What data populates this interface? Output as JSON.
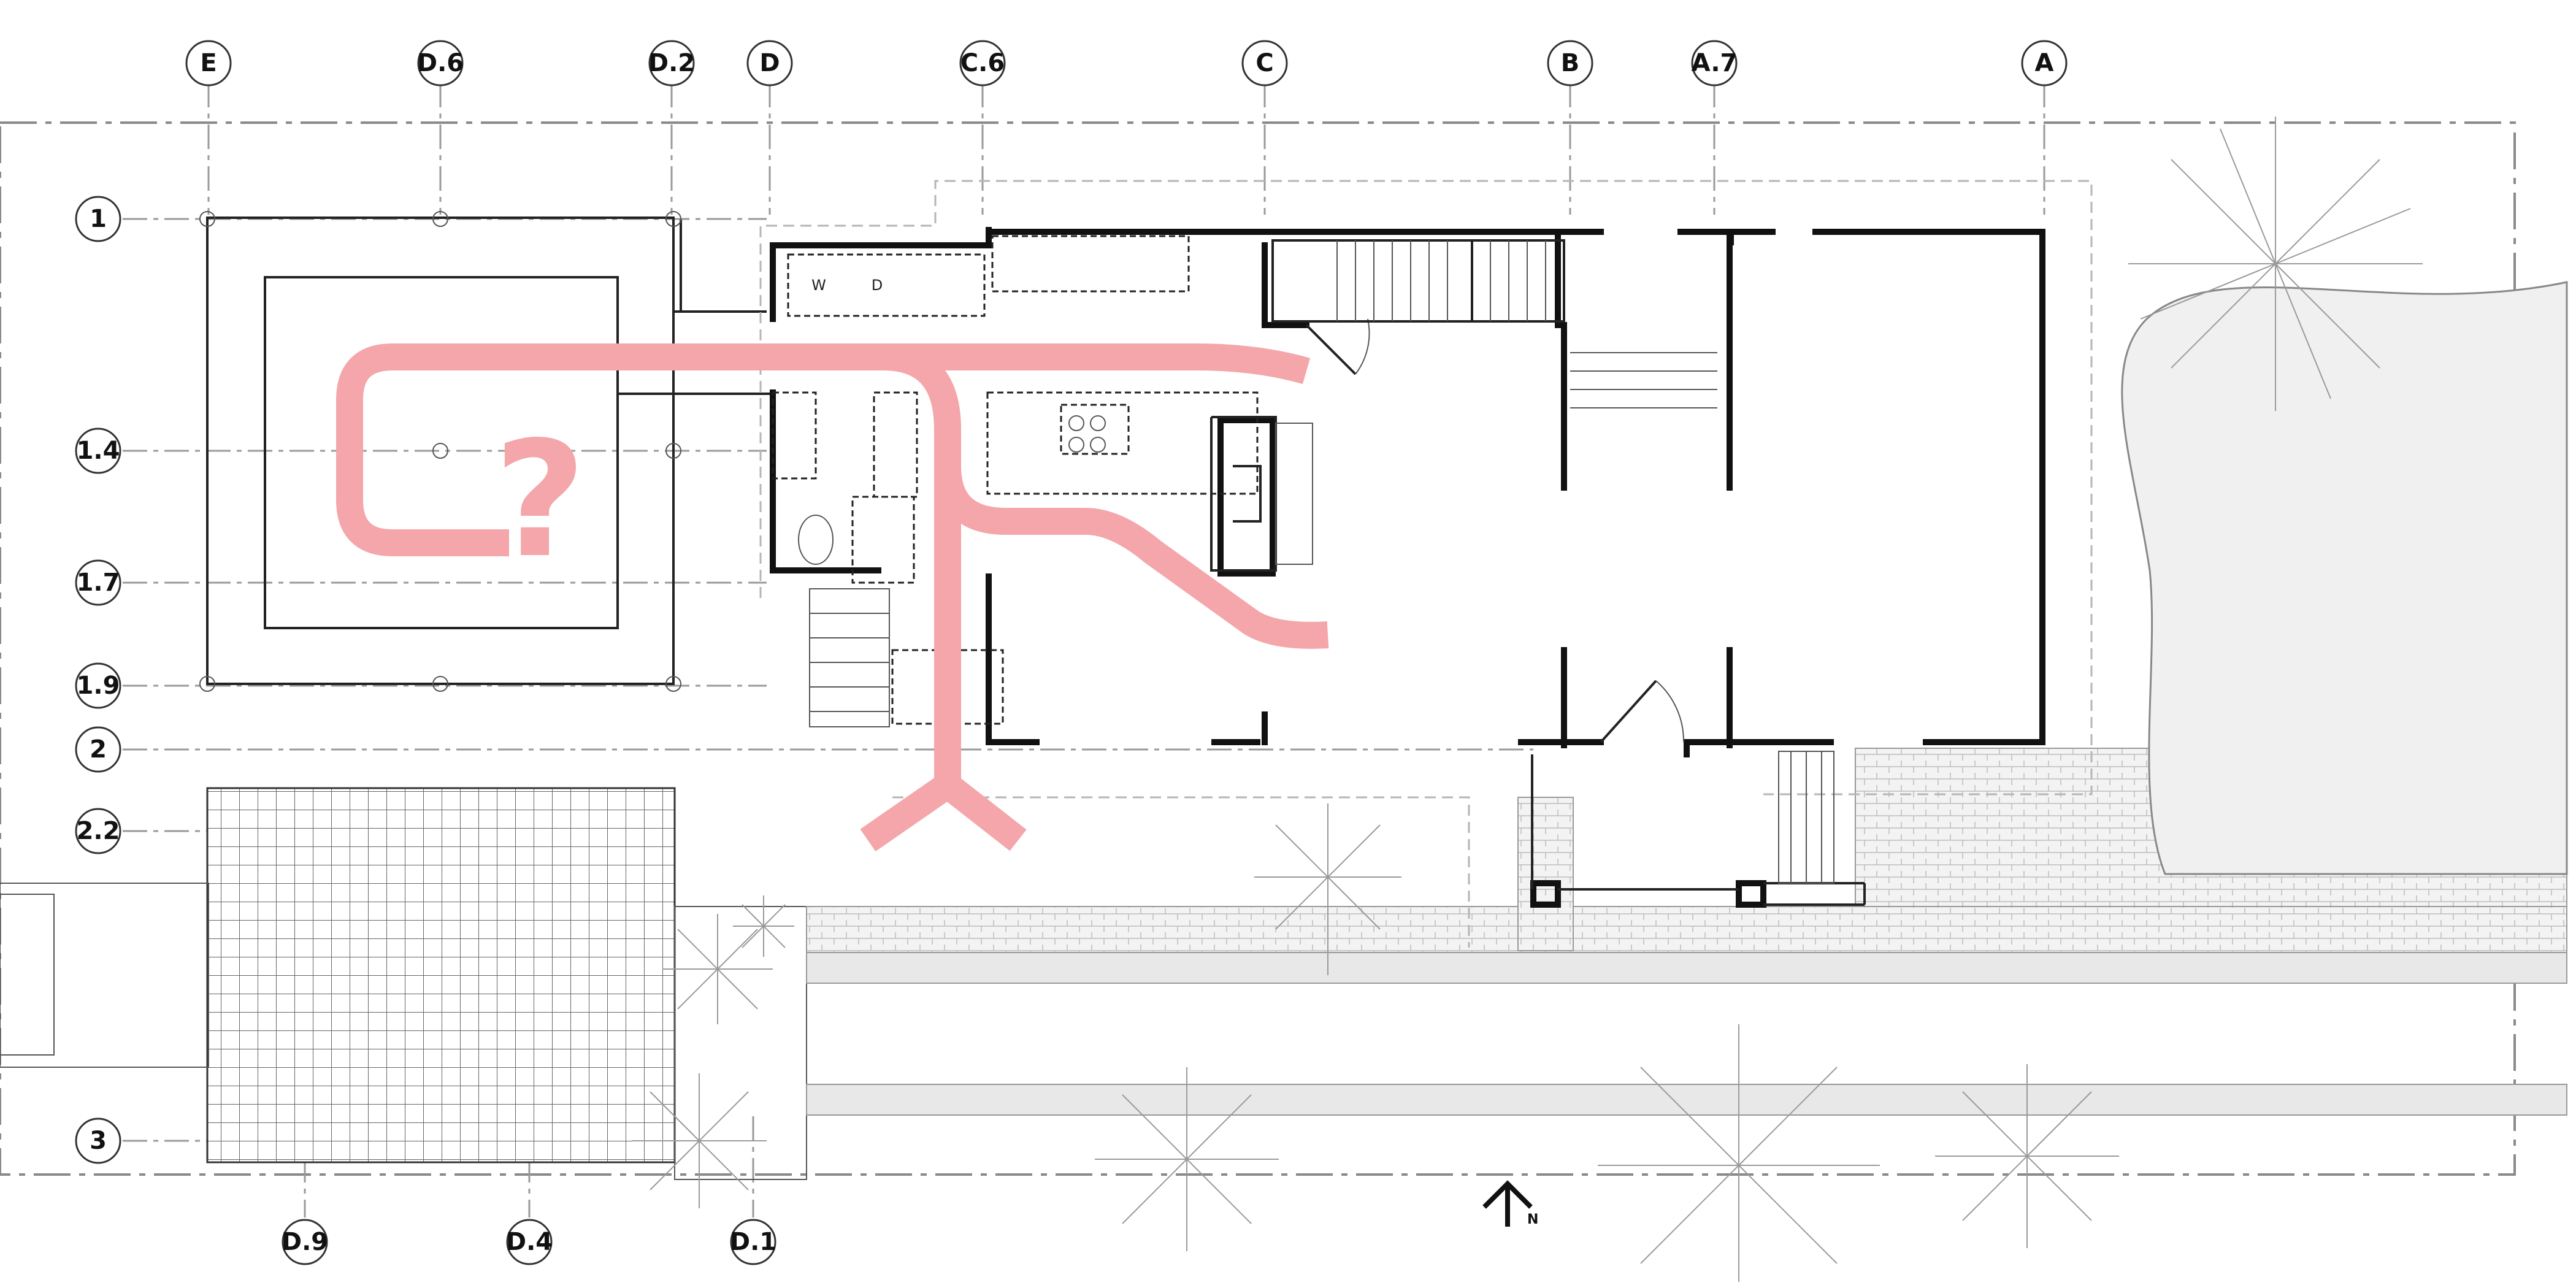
{
  "plan": {
    "column_grid": [
      "E",
      "D.6",
      "D.2",
      "D",
      "C.6",
      "C",
      "B",
      "A.7",
      "A"
    ],
    "column_grid_bottom": [
      "D.9",
      "D.4",
      "D.1"
    ],
    "row_grid": [
      "1",
      "1.4",
      "1.7",
      "1.9",
      "2",
      "2.2",
      "3"
    ],
    "appliances": {
      "washer": "W",
      "dryer": "D"
    },
    "annotation": "?",
    "north_label": "N",
    "colors": {
      "circulation_path": "#f4a6aa",
      "walls": "#111111",
      "grid": "#9a9a9a"
    }
  }
}
